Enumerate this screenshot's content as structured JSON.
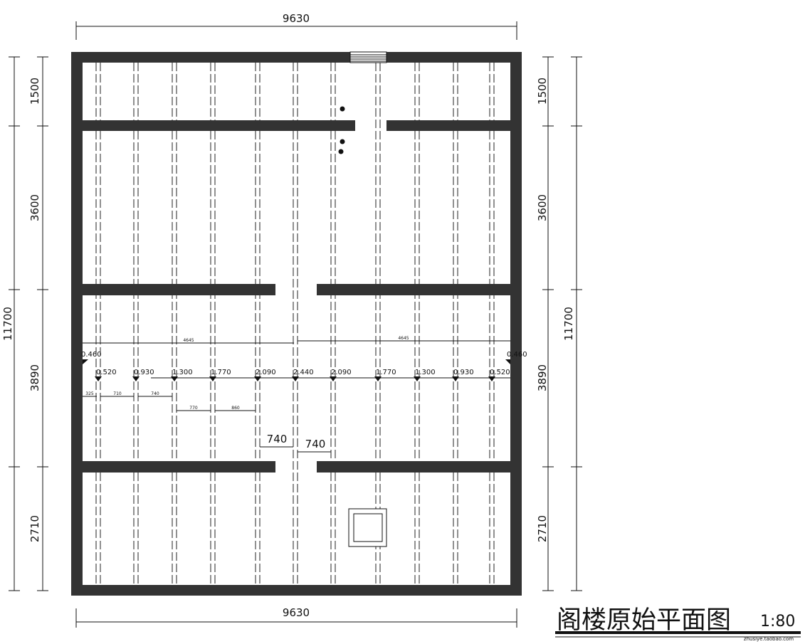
{
  "plan": {
    "overall_width": "9630",
    "overall_width_bottom": "9630",
    "overall_depth_left": "11700",
    "overall_depth_right": "11700",
    "bays_left": [
      "1500",
      "3600",
      "3890",
      "2710"
    ],
    "bays_right": [
      "1500",
      "3600",
      "3890",
      "2710"
    ],
    "half_spans": [
      "4645",
      "4645"
    ],
    "elevation_edges": [
      "0.460",
      "0.460"
    ],
    "elevations": [
      "0.520",
      "0.930",
      "1.300",
      "1.770",
      "2.090",
      "2.440",
      "2.090",
      "1.770",
      "1.300",
      "0.930",
      "0.520"
    ],
    "small_dims_row1": [
      "325",
      "710",
      "740"
    ],
    "small_dims_row2": [
      "770",
      "860"
    ],
    "opening_dims": [
      "740",
      "740"
    ]
  },
  "title": {
    "name": "阁楼原始平面图",
    "scale": "1:80",
    "watermark": "zhusiye.taobao.com"
  },
  "colors": {
    "wall": "#333333",
    "line": "#111111"
  }
}
